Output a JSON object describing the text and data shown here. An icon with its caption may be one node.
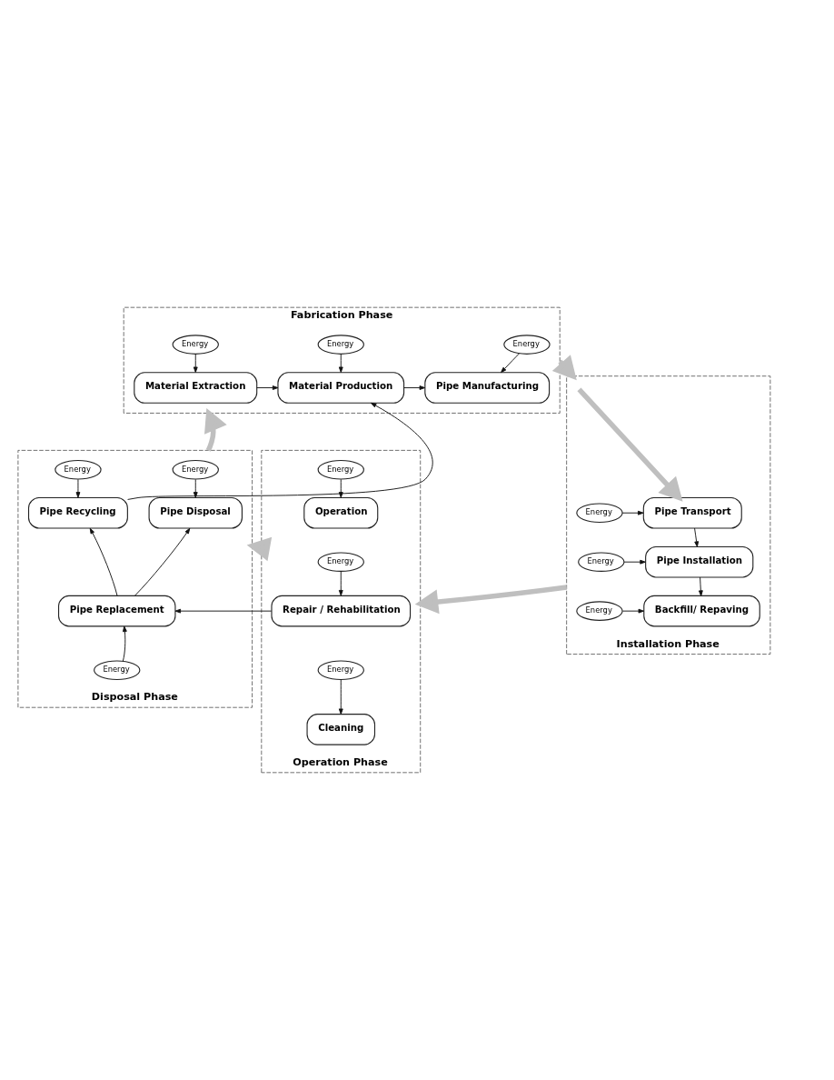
{
  "diagram": {
    "nodes": [
      {
        "text": [
          "Fabrication Phase"
        ]
      },
      {
        "text": [
          "Energy"
        ],
        "in": 0
      },
      {
        "text": [
          "Energy"
        ],
        "in": 0
      },
      {
        "text": [
          "Energy"
        ],
        "in": 0
      },
      {
        "text": [
          "Material Extraction"
        ],
        "in": 0
      },
      {
        "text": [
          "Material Production"
        ],
        "in": 0
      },
      {
        "text": [
          "Pipe Manufacturing"
        ],
        "in": 0
      },
      {
        "text": [
          "Installation Phase"
        ]
      },
      {
        "text": [
          "Pipe Transport"
        ],
        "in": 7
      },
      {
        "text": [
          "Energy"
        ],
        "in": 7
      },
      {
        "text": [
          "Pipe Installation"
        ],
        "in": 7
      },
      {
        "text": [
          "Energy"
        ],
        "in": 7
      },
      {
        "text": [
          "Backfill/ Repaving"
        ],
        "in": 7
      },
      {
        "text": [
          "Energy"
        ],
        "in": 7
      },
      {
        "text": [
          "Operation Phase"
        ]
      },
      {
        "text": [
          "Energy"
        ],
        "in": 14
      },
      {
        "text": [
          "Operation"
        ],
        "in": 14
      },
      {
        "text": [
          "Energy"
        ],
        "in": 14
      },
      {
        "text": [
          "Repair / Rehabilitation"
        ],
        "in": 14
      },
      {
        "text": [
          "Energy"
        ],
        "in": 14
      },
      {
        "text": [
          "Cleaning"
        ],
        "in": 14
      },
      {
        "text": [
          "Disposal Phase"
        ]
      },
      {
        "text": [
          "Energy"
        ],
        "in": 21
      },
      {
        "text": [
          "Pipe Disposal"
        ],
        "in": 21
      },
      {
        "text": [
          "Pipe Recycling"
        ],
        "in": 21
      },
      {
        "text": [
          "Energy"
        ],
        "in": 21
      },
      {
        "text": [
          "Pipe Replacement"
        ],
        "in": 21
      },
      {
        "text": [
          "Energy"
        ],
        "in": 21
      }
    ],
    "edges": [
      {
        "from": 1,
        "to": 4,
        "arrow": "to"
      },
      {
        "from": 2,
        "to": 5,
        "arrow": "to"
      },
      {
        "from": 3,
        "to": 6,
        "arrow": "to"
      },
      {
        "from": 4,
        "to": 5,
        "arrow": "to"
      },
      {
        "from": 5,
        "to": 6,
        "arrow": "to"
      },
      {
        "from": 0,
        "to": 7,
        "arrow": "to",
        "style": "thick",
        "color": "#bfbfbf"
      },
      {
        "from": null,
        "to": 8,
        "arrow": "to",
        "style": "thick",
        "color": "#bfbfbf"
      },
      {
        "from": 9,
        "to": 8,
        "arrow": "to"
      },
      {
        "from": 8,
        "to": 10,
        "arrow": "to"
      },
      {
        "from": 11,
        "to": 10,
        "arrow": "to"
      },
      {
        "from": 10,
        "to": 12,
        "arrow": "to"
      },
      {
        "from": 13,
        "to": 12,
        "arrow": "to"
      },
      {
        "from": 7,
        "to": 14,
        "arrow": "to",
        "style": "thick",
        "color": "#bfbfbf"
      },
      {
        "from": 15,
        "to": 16,
        "arrow": "to"
      },
      {
        "from": 17,
        "to": 18,
        "arrow": "to"
      },
      {
        "from": 19,
        "to": 20,
        "arrow": "to"
      },
      {
        "from": 18,
        "to": 26,
        "arrow": "to"
      },
      {
        "from": 14,
        "to": 21,
        "arrow": "to",
        "style": "thick",
        "color": "#bfbfbf"
      },
      {
        "from": 27,
        "to": 26,
        "arrow": "to"
      },
      {
        "from": 26,
        "to": 23,
        "arrow": "to"
      },
      {
        "from": 26,
        "to": 24,
        "arrow": "to"
      },
      {
        "from": 22,
        "to": 23,
        "arrow": "to"
      },
      {
        "from": 25,
        "to": 24,
        "arrow": "to"
      },
      {
        "from": 24,
        "to": 5,
        "arrow": "to"
      },
      {
        "from": 21,
        "to": 0,
        "arrow": "to",
        "style": "thick",
        "color": "#bfbfbf"
      }
    ]
  }
}
